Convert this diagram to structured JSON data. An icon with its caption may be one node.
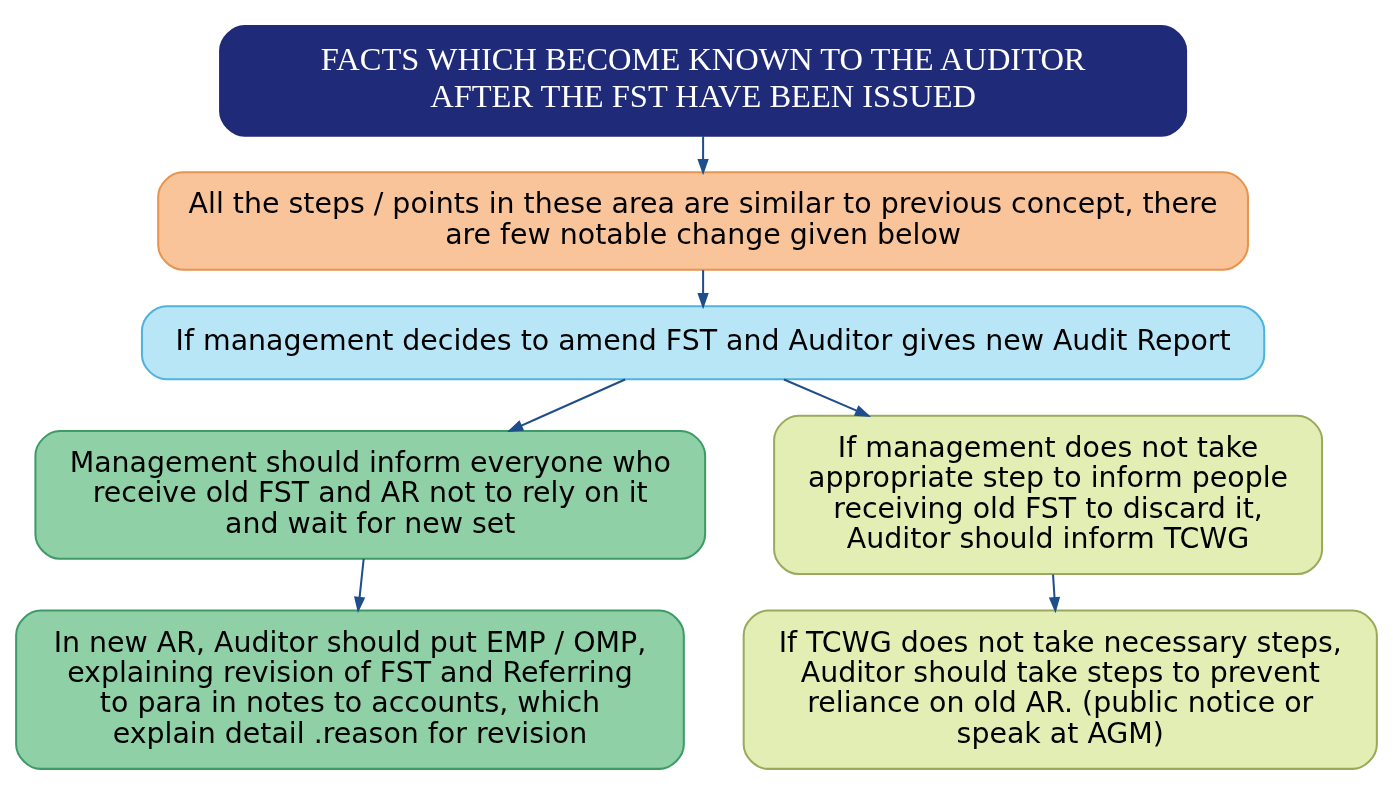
{
  "diagram": {
    "nodes": [
      {
        "text": [
          "FACTS WHICH BECOME KNOWN TO THE AUDITOR AFTER THE FST HAVE BEEN ISSUED"
        ]
      },
      {
        "text": [
          "All the steps / points in these area are similar to previous concept, there are few notable change given below"
        ]
      },
      {
        "text": [
          "If management decides to amend FST and Auditor gives new Audit Report"
        ]
      },
      {
        "text": [
          "Management should inform everyone who receive old FST and AR not to rely on it and wait for new set"
        ]
      },
      {
        "text": [
          "In new AR, Auditor should put EMP / OMP, explaining revision of FST and Referring to para in notes to accounts, which explain detail .reason for revision"
        ]
      },
      {
        "text": [
          "If management does not take appropriate step to inform people receiving old FST to discard it, Auditor should inform TCWG"
        ]
      },
      {
        "text": [
          "If TCWG does not take necessary steps, Auditor should take steps to prevent reliance on old AR. (public notice or speak at AGM)"
        ]
      }
    ],
    "edges": [
      {
        "from": 0,
        "to": 1,
        "arrow": "to"
      },
      {
        "from": 1,
        "to": 2,
        "arrow": "to"
      },
      {
        "from": 2,
        "to": 3,
        "arrow": "to"
      },
      {
        "from": 2,
        "to": 5,
        "arrow": "to"
      },
      {
        "from": 3,
        "to": 4,
        "arrow": "to"
      },
      {
        "from": 5,
        "to": 6,
        "arrow": "to"
      }
    ]
  }
}
